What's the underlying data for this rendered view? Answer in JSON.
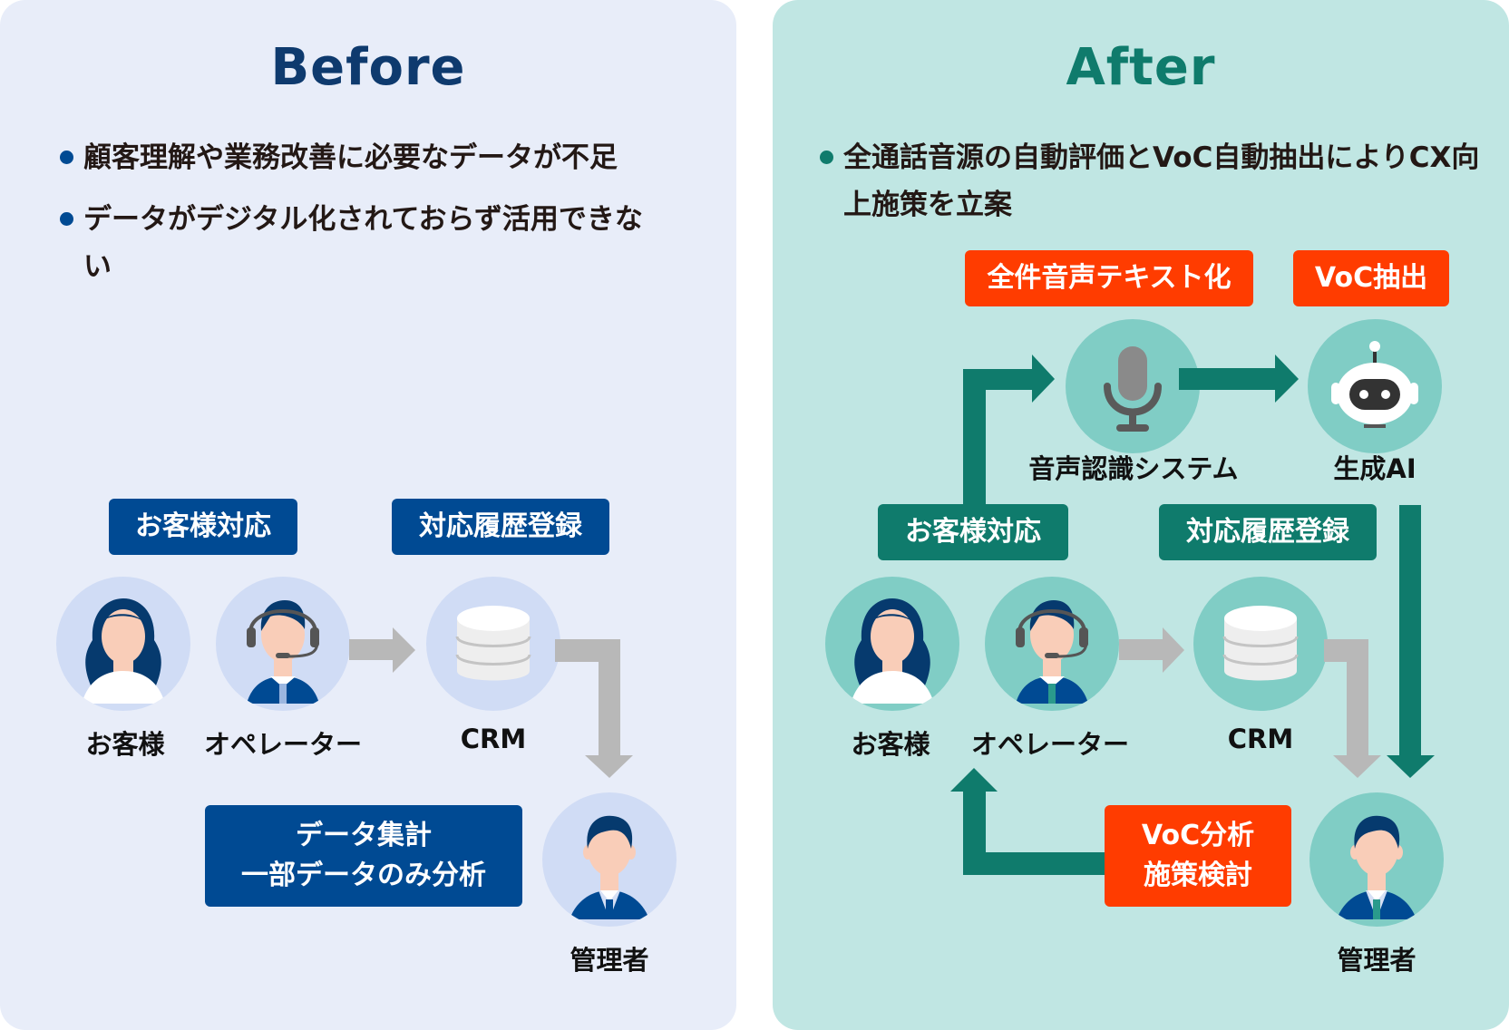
{
  "before": {
    "title": "Before",
    "bullets": [
      "顧客理解や業務改善に必要なデータが不足",
      "データがデジタル化されておらず活用できない"
    ],
    "tags": {
      "customer_service": "お客様対応",
      "history_registration": "対応履歴登録",
      "analysis_line1": "データ集計",
      "analysis_line2": "一部データのみ分析"
    },
    "nodes": {
      "customer": "お客様",
      "operator": "オペレーター",
      "crm": "CRM",
      "manager": "管理者"
    }
  },
  "after": {
    "title": "After",
    "bullets": [
      "全通話音源の自動評価とVoC自動抽出によりCX向上施策を立案"
    ],
    "tags": {
      "transcription": "全件音声テキスト化",
      "voc_extraction": "VoC抽出",
      "customer_service": "お客様対応",
      "history_registration": "対応履歴登録",
      "analysis_line1": "VoC分析",
      "analysis_line2": "施策検討"
    },
    "nodes": {
      "customer": "お客様",
      "operator": "オペレーター",
      "crm": "CRM",
      "manager": "管理者",
      "speech_recognition": "音声認識システム",
      "generative_ai": "生成AI"
    }
  },
  "colors": {
    "before_bg": "#e8edf9",
    "after_bg": "#c0e6e3",
    "before_accent": "#004a93",
    "after_accent": "#0f7b6c",
    "highlight": "#ff3c00",
    "flow_gray": "#b8b8b8"
  }
}
